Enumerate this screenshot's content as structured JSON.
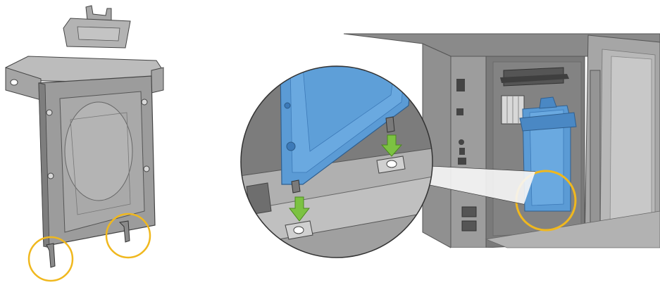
{
  "figure": {
    "type": "installation-illustration",
    "description_items": [
      {
        "name": "hard-disk-in-bracket",
        "color": "#9a9a9a"
      },
      {
        "name": "printer-rear-open-panel",
        "color": "#8c8c8c"
      },
      {
        "name": "installed-hdd",
        "color": "#5b9bd5"
      }
    ],
    "colors": {
      "hdd_blue": "#5b9bd5",
      "hdd_blue_dark": "#3d7ab8",
      "metal_light": "#b5b5b5",
      "metal_mid": "#9a9a9a",
      "metal_dark": "#6e6e6e",
      "highlight_ring": "#f0b81e",
      "arrow_green": "#7cc242",
      "printer_body": "#8c8c8c",
      "printer_panel": "#a6a6a6"
    },
    "icons": [
      "down-arrow-icon",
      "down-arrow-icon",
      "highlight-circle",
      "highlight-circle",
      "highlight-circle",
      "magnifier-circle"
    ]
  }
}
